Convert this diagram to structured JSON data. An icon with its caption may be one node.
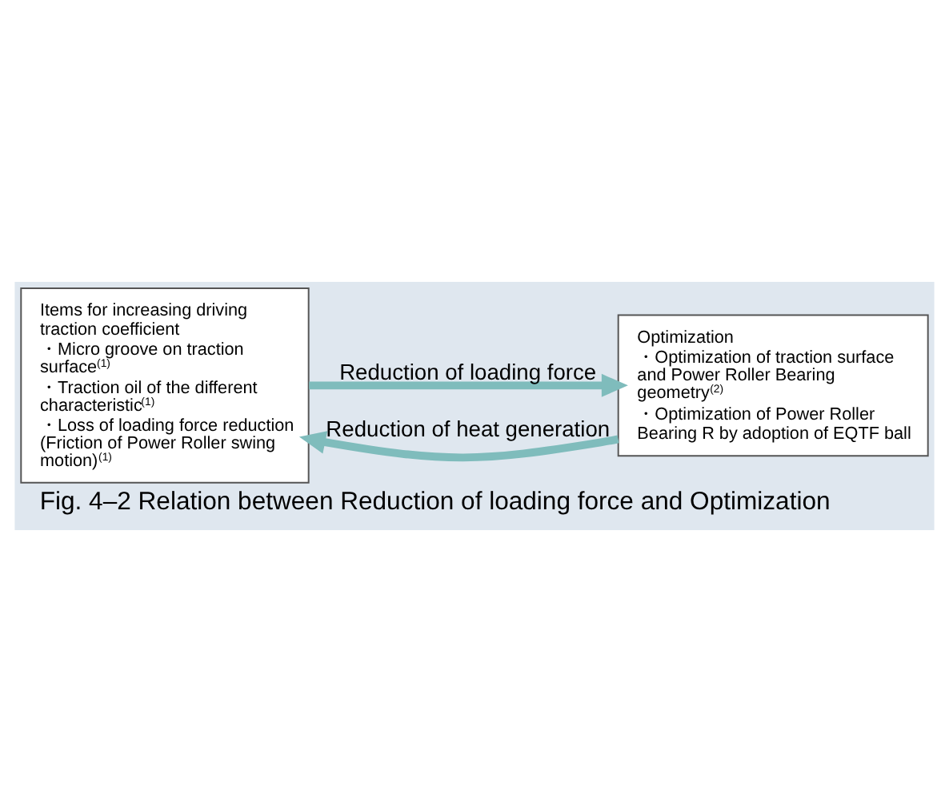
{
  "diagram": {
    "caption": "Fig. 4–2 Relation between Reduction of loading force and Optimization",
    "nodes": [
      {
        "text": [
          "Items for increasing driving traction coefficient",
          "・Micro groove on traction surface$^{(1)}$",
          "・Traction oil of the different characteristic$^{(1)}$",
          "・Loss of loading force reduction (Friction of Power Roller swing motion)$^{(1)}$"
        ]
      },
      {
        "text": [
          "Optimization",
          "・Optimization of traction surface and Power Roller Bearing geometry$^{(2)}$",
          "・Optimization of Power Roller Bearing R by adoption of EQTF ball"
        ]
      }
    ],
    "edges": [
      {
        "from": 1,
        "to": 0,
        "arrow": "to",
        "label": "Reduction of heat generation"
      },
      {
        "from": 0,
        "to": 1,
        "arrow": "to",
        "label": "Reduction of loading force"
      }
    ]
  }
}
